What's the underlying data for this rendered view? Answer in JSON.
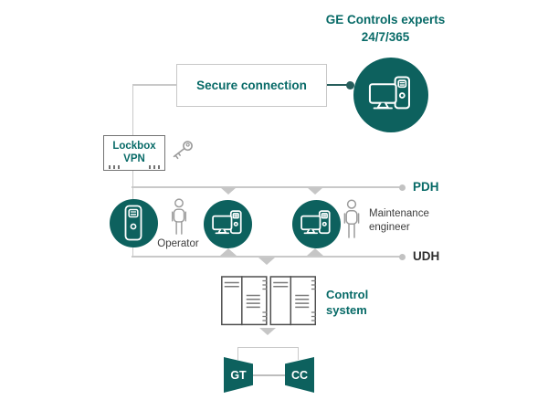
{
  "experts": {
    "line1": "GE Controls experts",
    "line2": "24/7/365"
  },
  "secure_connection_label": "Secure connection",
  "lockbox": {
    "line1": "Lockbox",
    "line2": "VPN"
  },
  "buses": {
    "pdh": "PDH",
    "udh": "UDH"
  },
  "operator_label": "Operator",
  "maintenance": {
    "line1": "Maintenance",
    "line2": "engineer"
  },
  "control_system": {
    "line1": "Control",
    "line2": "system"
  },
  "turbines": {
    "gt": "GT",
    "cc": "CC"
  },
  "icons": {
    "experts_station": "workstation-icon",
    "operator_station": "workstation-icon",
    "engineer_station": "workstation-icon",
    "server": "server-tower-icon",
    "key": "key-icon",
    "operator_person": "person-icon",
    "engineer_person": "person-icon",
    "control_cabinets": "server-cabinets-icon"
  },
  "colors": {
    "teal_fill": "#0d615e",
    "teal_text": "#076a67",
    "dark_text": "#3d3d3d",
    "udh_text": "#2f2f2f",
    "line_gray": "#c9c9c9",
    "border_gray": "#c8c8c8",
    "lockbox_border": "#737373",
    "icon_gray": "#9b9b9b",
    "connector_dark": "#275e5c"
  }
}
